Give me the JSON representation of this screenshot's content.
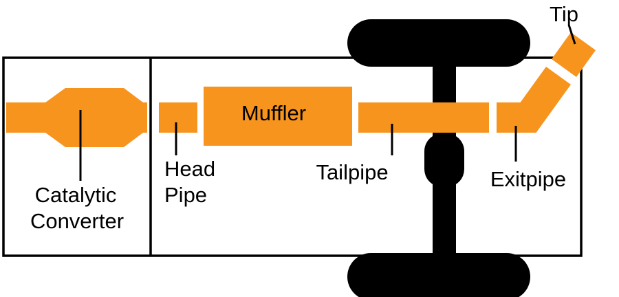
{
  "colors": {
    "pipe_orange": "#F7941E",
    "chassis_black": "#000000",
    "background": "#FFFFFF",
    "label_text": "#000000"
  },
  "labels": {
    "catalytic": {
      "line1": "Catalytic",
      "line2": "Converter"
    },
    "head_pipe": {
      "line1": "Head",
      "line2": "Pipe"
    },
    "muffler": "Muffler",
    "tailpipe": "Tailpipe",
    "exitpipe": "Exitpipe",
    "tip": "Tip"
  },
  "parts": [
    "Catalytic Converter",
    "Head Pipe",
    "Muffler",
    "Tailpipe",
    "Exitpipe",
    "Tip"
  ]
}
